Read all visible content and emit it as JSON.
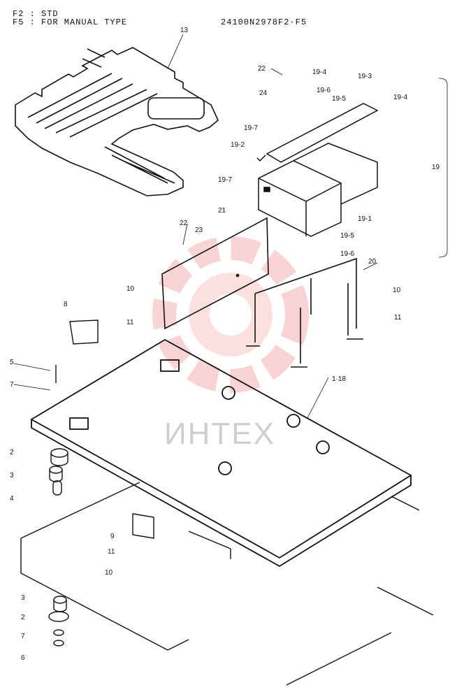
{
  "header": {
    "line1": "F2 : STD",
    "line2": "F5 : FOR  MANUAL  TYPE",
    "code": "24100N2978F2·F5"
  },
  "watermark": {
    "text": "ИНТЕХ",
    "gear_color": "#f4b0b0"
  },
  "callouts": {
    "c13": "13",
    "c22a": "22",
    "c24": "24",
    "c19_4a": "19-4",
    "c19_3": "19-3",
    "c19_6a": "19-6",
    "c19_5a": "19-5",
    "c19_4b": "19-4",
    "c19_7a": "19-7",
    "c19_2": "19-2",
    "c19_7b": "19-7",
    "c19_1": "19-1",
    "c19": "19",
    "c22b": "22",
    "c23": "23",
    "c21": "21",
    "c19_5b": "19-5",
    "c19_6b": "19-6",
    "c20": "20",
    "c10a": "10",
    "c11a": "11",
    "c8": "8",
    "c10b": "10",
    "c11b": "11",
    "c5": "5",
    "c7a": "7",
    "c1_18": "1·18",
    "c2a": "2",
    "c3a": "3",
    "c4": "4",
    "c9": "9",
    "c11c": "11",
    "c10c": "10",
    "c3b": "3",
    "c2b": "2",
    "c7b": "7",
    "c6": "6"
  }
}
